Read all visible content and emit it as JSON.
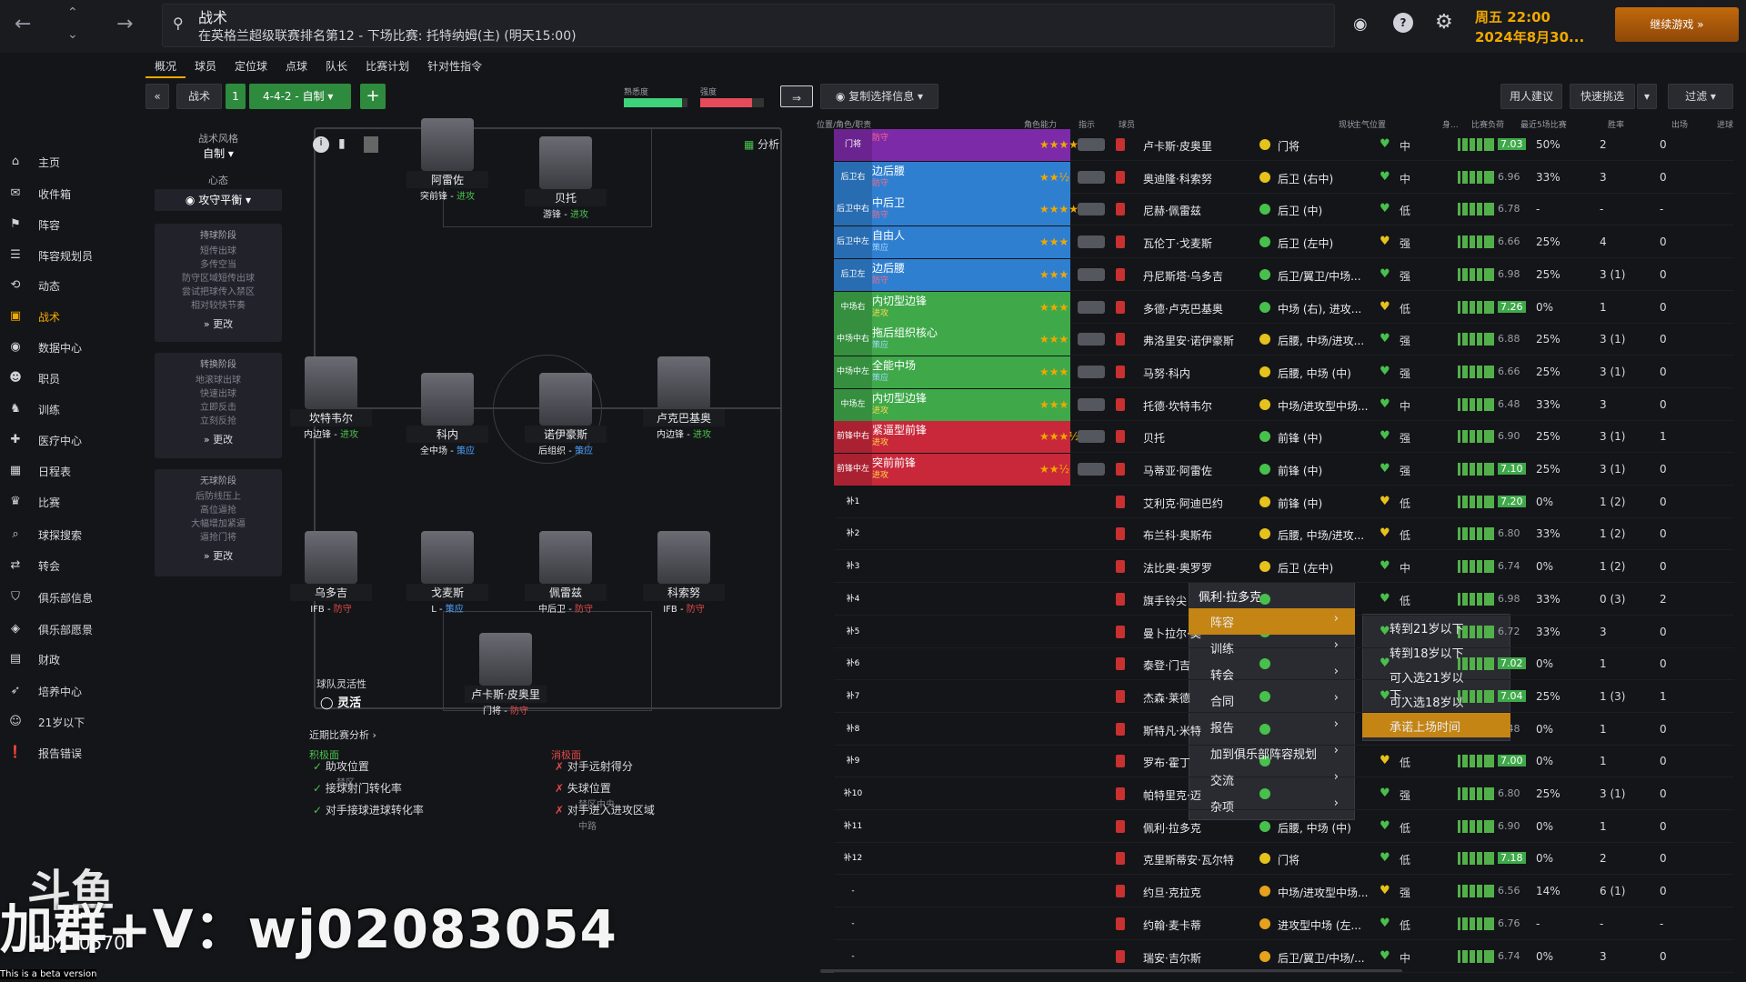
{
  "header": {
    "search_title": "战术",
    "search_subtitle": "在英格兰超级联赛排名第12 - 下场比赛: 托特纳姆(主) (明天15:00)",
    "day_time": "周五 22:00",
    "date": "2024年8月30...",
    "continue_label": "继续游戏"
  },
  "sidebar": {
    "items": [
      {
        "icon": "home-icon",
        "label": "主页"
      },
      {
        "icon": "inbox-icon",
        "label": "收件箱"
      },
      {
        "icon": "squad-icon",
        "label": "阵容"
      },
      {
        "icon": "squad-planner-icon",
        "label": "阵容规划员"
      },
      {
        "icon": "dynamics-icon",
        "label": "动态"
      },
      {
        "icon": "tactics-icon",
        "label": "战术"
      },
      {
        "icon": "data-hub-icon",
        "label": "数据中心"
      },
      {
        "icon": "staff-icon",
        "label": "职员"
      },
      {
        "icon": "training-icon",
        "label": "训练"
      },
      {
        "icon": "medical-icon",
        "label": "医疗中心"
      },
      {
        "icon": "schedule-icon",
        "label": "日程表"
      },
      {
        "icon": "competitions-icon",
        "label": "比赛"
      },
      {
        "icon": "scouting-icon",
        "label": "球探搜索"
      },
      {
        "icon": "transfers-icon",
        "label": "转会"
      },
      {
        "icon": "club-info-icon",
        "label": "俱乐部信息"
      },
      {
        "icon": "club-vision-icon",
        "label": "俱乐部愿景"
      },
      {
        "icon": "finances-icon",
        "label": "财政"
      },
      {
        "icon": "development-icon",
        "label": "培养中心"
      },
      {
        "icon": "u21-icon",
        "label": "21岁以下"
      },
      {
        "icon": "report-bug-icon",
        "label": "报告错误"
      }
    ]
  },
  "tabs": [
    "概况",
    "球员",
    "定位球",
    "点球",
    "队长",
    "比赛计划",
    "针对性指令"
  ],
  "toolbar": {
    "tactics_label": "战术",
    "slot": "1",
    "formation": "4-4-2 - 自制",
    "familiarity_label": "熟悉度",
    "intensity_label": "强度",
    "copy_label": "复制选择信息",
    "advice_label": "用人建议",
    "quick_pick_label": "快速挑选",
    "filter_label": "过滤"
  },
  "left_panel": {
    "style_label": "战术风格",
    "style_value": "自制",
    "mentality_label": "心态",
    "mentality_value": "攻守平衡",
    "more_label": "更改",
    "phases": [
      {
        "title": "持球阶段",
        "lines": [
          "短传出球",
          "多传空当",
          "防守区域短传出球",
          "尝试把球传入禁区",
          "相对较快节奏"
        ]
      },
      {
        "title": "转换阶段",
        "lines": [
          "地滚球出球",
          "快速出球",
          "立即反击",
          "立刻反抢"
        ]
      },
      {
        "title": "无球阶段",
        "lines": [
          "后防线压上",
          "高位逼抢",
          "大幅增加紧逼",
          "逼抢门将"
        ]
      }
    ]
  },
  "pitch": {
    "analysis_label": "分析",
    "flexibility_label": "球队灵活性",
    "flexibility_value": "灵活",
    "players": [
      {
        "name": "阿雷佐",
        "role": "突前锋",
        "duty": "进攻",
        "duty_color": "g"
      },
      {
        "name": "贝托",
        "role": "游锋",
        "duty": "进攻",
        "duty_color": "g"
      },
      {
        "name": "坎特韦尔",
        "role": "内边锋",
        "duty": "进攻",
        "duty_color": "g"
      },
      {
        "name": "科内",
        "role": "全中场",
        "duty": "策应",
        "duty_color": "b"
      },
      {
        "name": "诺伊豪斯",
        "role": "后组织",
        "duty": "策应",
        "duty_color": "b"
      },
      {
        "name": "卢克巴基奥",
        "role": "内边锋",
        "duty": "进攻",
        "duty_color": "g"
      },
      {
        "name": "乌多吉",
        "role": "IFB",
        "duty": "防守",
        "duty_color": "r"
      },
      {
        "name": "戈麦斯",
        "role": "L",
        "duty": "策应",
        "duty_color": "b"
      },
      {
        "name": "佩雷兹",
        "role": "中后卫",
        "duty": "防守",
        "duty_color": "r"
      },
      {
        "name": "科索努",
        "role": "IFB",
        "duty": "防守",
        "duty_color": "r"
      },
      {
        "name": "卢卡斯·皮奥里",
        "role": "门将",
        "duty": "防守",
        "duty_color": "r"
      }
    ]
  },
  "analysis": {
    "title": "近期比赛分析",
    "positive_label": "积极面",
    "negative_label": "消极面",
    "positives": [
      {
        "text": "助攻位置",
        "sub": "禁区"
      },
      {
        "text": "接球射门转化率",
        "sub": ""
      },
      {
        "text": "对手接球进球转化率",
        "sub": ""
      }
    ],
    "negatives": [
      {
        "text": "对手远射得分",
        "sub": ""
      },
      {
        "text": "失球位置",
        "sub": "禁区中央"
      },
      {
        "text": "对手进入进攻区域",
        "sub": "中路"
      }
    ]
  },
  "columns": [
    "位置/角色/职责",
    "角色能力",
    "指示",
    "球员",
    "现状",
    "主气位置",
    "身...",
    "比赛负荷",
    "最近5场比赛",
    "胜率",
    "出场",
    "进球"
  ],
  "rows": [
    {
      "code": "门将",
      "role": "",
      "duty": "防守",
      "color": "#7d2aa9",
      "stars": "★★★★",
      "name": "卢卡斯·皮奥里",
      "moral": "#e6c21c",
      "pos": "门将",
      "heart": "#48c04d",
      "load": "中",
      "rating": "7.03",
      "win": "50%",
      "apps": "2",
      "goals": "0"
    },
    {
      "code": "后卫右",
      "role": "边后腰",
      "duty": "防守",
      "color": "#2f7fd0",
      "stars": "★★½",
      "name": "奥迪隆·科索努",
      "moral": "#e6c21c",
      "pos": "后卫 (右中)",
      "heart": "#48c04d",
      "load": "中",
      "rating": "6.96",
      "win": "33%",
      "apps": "3",
      "goals": "0"
    },
    {
      "code": "后卫中右",
      "role": "中后卫",
      "duty": "防守",
      "color": "#2f7fd0",
      "stars": "★★★★",
      "name": "尼赫·佩雷兹",
      "moral": "#48c04d",
      "pos": "后卫 (中)",
      "heart": "#48c04d",
      "load": "低",
      "rating": "6.78",
      "win": "-",
      "apps": "-",
      "goals": "-"
    },
    {
      "code": "后卫中左",
      "role": "自由人",
      "duty": "策应",
      "color": "#2f7fd0",
      "stars": "★★★",
      "name": "瓦伦丁·戈麦斯",
      "moral": "#48c04d",
      "pos": "后卫 (左中)",
      "heart": "#e6c21c",
      "load": "强",
      "rating": "6.66",
      "win": "25%",
      "apps": "4",
      "goals": "0"
    },
    {
      "code": "后卫左",
      "role": "边后腰",
      "duty": "防守",
      "color": "#2f7fd0",
      "stars": "★★★",
      "name": "丹尼斯塔·乌多吉",
      "moral": "#48c04d",
      "pos": "后卫/翼卫/中场...",
      "heart": "#48c04d",
      "load": "强",
      "rating": "6.98",
      "win": "25%",
      "apps": "3 (1)",
      "goals": "0"
    },
    {
      "code": "中场右",
      "role": "内切型边锋",
      "duty": "进攻",
      "color": "#3fa94a",
      "stars": "★★★",
      "name": "多德·卢克巴基奥",
      "moral": "#48c04d",
      "pos": "中场 (右), 进攻...",
      "heart": "#e6c21c",
      "load": "低",
      "rating": "7.26",
      "win": "0%",
      "apps": "1",
      "goals": "0"
    },
    {
      "code": "中场中右",
      "role": "拖后组织核心",
      "duty": "策应",
      "color": "#3fa94a",
      "stars": "★★★",
      "name": "弗洛里安·诺伊豪斯",
      "moral": "#e6c21c",
      "pos": "后腰, 中场/进攻...",
      "heart": "#48c04d",
      "load": "强",
      "rating": "6.88",
      "win": "25%",
      "apps": "3 (1)",
      "goals": "0"
    },
    {
      "code": "中场中左",
      "role": "全能中场",
      "duty": "策应",
      "color": "#3fa94a",
      "stars": "★★★",
      "name": "马努·科内",
      "moral": "#e6c21c",
      "pos": "后腰, 中场 (中)",
      "heart": "#48c04d",
      "load": "强",
      "rating": "6.66",
      "win": "25%",
      "apps": "3 (1)",
      "goals": "0"
    },
    {
      "code": "中场左",
      "role": "内切型边锋",
      "duty": "进攻",
      "color": "#3fa94a",
      "stars": "★★★",
      "name": "托德·坎特韦尔",
      "moral": "#e6c21c",
      "pos": "中场/进攻型中场...",
      "heart": "#48c04d",
      "load": "中",
      "rating": "6.48",
      "win": "33%",
      "apps": "3",
      "goals": "0"
    },
    {
      "code": "前锋中右",
      "role": "紧逼型前锋",
      "duty": "进攻",
      "color": "#c8283a",
      "stars": "★★★½",
      "name": "贝托",
      "moral": "#48c04d",
      "pos": "前锋 (中)",
      "heart": "#48c04d",
      "load": "强",
      "rating": "6.90",
      "win": "25%",
      "apps": "3 (1)",
      "goals": "1"
    },
    {
      "code": "前锋中左",
      "role": "突前前锋",
      "duty": "进攻",
      "color": "#c8283a",
      "stars": "★★½",
      "name": "马蒂亚·阿雷佐",
      "moral": "#48c04d",
      "pos": "前锋 (中)",
      "heart": "#48c04d",
      "load": "强",
      "rating": "7.10",
      "win": "25%",
      "apps": "3 (1)",
      "goals": "0"
    },
    {
      "code": "补1",
      "role": "",
      "duty": "",
      "color": "",
      "stars": "",
      "name": "艾利克·阿迪巴约",
      "moral": "#e6c21c",
      "pos": "前锋 (中)",
      "heart": "#e6c21c",
      "load": "低",
      "rating": "7.20",
      "win": "0%",
      "apps": "1 (2)",
      "goals": "0"
    },
    {
      "code": "补2",
      "role": "",
      "duty": "",
      "color": "",
      "stars": "",
      "name": "布兰科·奥斯布",
      "moral": "#e6c21c",
      "pos": "后腰, 中场/进攻...",
      "heart": "#e6c21c",
      "load": "低",
      "rating": "6.80",
      "win": "33%",
      "apps": "1 (2)",
      "goals": "0"
    },
    {
      "code": "补3",
      "role": "",
      "duty": "",
      "color": "",
      "stars": "",
      "name": "法比奥·奥罗罗",
      "moral": "#e6c21c",
      "pos": "后卫 (左中)",
      "heart": "#48c04d",
      "load": "中",
      "rating": "6.74",
      "win": "0%",
      "apps": "1 (2)",
      "goals": "0"
    },
    {
      "code": "补4",
      "role": "",
      "duty": "",
      "color": "",
      "stars": "",
      "name": "旗手铃尖",
      "moral": "#48c04d",
      "pos": "",
      "heart": "#48c04d",
      "load": "低",
      "rating": "6.98",
      "win": "33%",
      "apps": "0 (3)",
      "goals": "2"
    },
    {
      "code": "补5",
      "role": "",
      "duty": "",
      "color": "",
      "stars": "",
      "name": "曼卜拉尔·莫",
      "moral": "#48c04d",
      "pos": "",
      "heart": "#48c04d",
      "load": "",
      "rating": "6.72",
      "win": "33%",
      "apps": "3",
      "goals": "0"
    },
    {
      "code": "补6",
      "role": "",
      "duty": "",
      "color": "",
      "stars": "",
      "name": "泰登·门吉",
      "moral": "#48c04d",
      "pos": "",
      "heart": "#48c04d",
      "load": "",
      "rating": "7.02",
      "win": "0%",
      "apps": "1",
      "goals": "0"
    },
    {
      "code": "补7",
      "role": "",
      "duty": "",
      "color": "",
      "stars": "",
      "name": "杰森·莱德",
      "moral": "#48c04d",
      "pos": "",
      "heart": "#48c04d",
      "load": "",
      "rating": "7.04",
      "win": "25%",
      "apps": "1 (3)",
      "goals": "1"
    },
    {
      "code": "补8",
      "role": "",
      "duty": "",
      "color": "",
      "stars": "",
      "name": "斯特凡·米特",
      "moral": "#48c04d",
      "pos": "",
      "heart": "#48c04d",
      "load": "",
      "rating": "6.48",
      "win": "0%",
      "apps": "1",
      "goals": "0"
    },
    {
      "code": "补9",
      "role": "",
      "duty": "",
      "color": "",
      "stars": "",
      "name": "罗布·霍丁",
      "moral": "#48c04d",
      "pos": "",
      "heart": "#e6c21c",
      "load": "低",
      "rating": "7.00",
      "win": "0%",
      "apps": "1",
      "goals": "0"
    },
    {
      "code": "补10",
      "role": "",
      "duty": "",
      "color": "",
      "stars": "",
      "name": "帕特里克·迈",
      "moral": "#48c04d",
      "pos": "",
      "heart": "#48c04d",
      "load": "强",
      "rating": "6.80",
      "win": "25%",
      "apps": "3 (1)",
      "goals": "0"
    },
    {
      "code": "补11",
      "role": "",
      "duty": "",
      "color": "",
      "stars": "",
      "name": "佩利·拉多克",
      "moral": "#48c04d",
      "pos": "后腰, 中场 (中)",
      "heart": "#48c04d",
      "load": "低",
      "rating": "6.90",
      "win": "0%",
      "apps": "1",
      "goals": "0"
    },
    {
      "code": "补12",
      "role": "",
      "duty": "",
      "color": "",
      "stars": "",
      "name": "克里斯蒂安·瓦尔特",
      "moral": "#e6c21c",
      "pos": "门将",
      "heart": "#48c04d",
      "load": "低",
      "rating": "7.18",
      "win": "0%",
      "apps": "2",
      "goals": "0"
    },
    {
      "code": "-",
      "role": "",
      "duty": "",
      "color": "",
      "stars": "",
      "name": "约旦·克拉克",
      "moral": "#e6a21c",
      "pos": "中场/进攻型中场...",
      "heart": "#e6c21c",
      "load": "强",
      "rating": "6.56",
      "win": "14%",
      "apps": "6 (1)",
      "goals": "0"
    },
    {
      "code": "-",
      "role": "",
      "duty": "",
      "color": "",
      "stars": "",
      "name": "约翰·麦卡蒂",
      "moral": "#e6a21c",
      "pos": "进攻型中场 (左...",
      "heart": "#48c04d",
      "load": "低",
      "rating": "6.76",
      "win": "-",
      "apps": "-",
      "goals": "-"
    },
    {
      "code": "-",
      "role": "",
      "duty": "",
      "color": "",
      "stars": "",
      "name": "瑞安·吉尔斯",
      "moral": "#e6a21c",
      "pos": "后卫/翼卫/中场/...",
      "heart": "#48c04d",
      "load": "中",
      "rating": "6.74",
      "win": "0%",
      "apps": "3",
      "goals": "0"
    }
  ],
  "context_menu": {
    "player": "佩利·拉多克",
    "items": [
      "阵容",
      "训练",
      "转会",
      "合同",
      "报告",
      "加到俱乐部阵容规划",
      "交流",
      "杂项"
    ],
    "submenu": [
      "转到21岁以下",
      "转到18岁以下",
      "可入选21岁以下...",
      "可入选18岁以下...",
      "承诺上场时间"
    ]
  },
  "overlay": {
    "watermark": "加群+V：wj02083054",
    "platform": "斗鱼",
    "room": "10710570",
    "beta": "This is a beta version"
  }
}
